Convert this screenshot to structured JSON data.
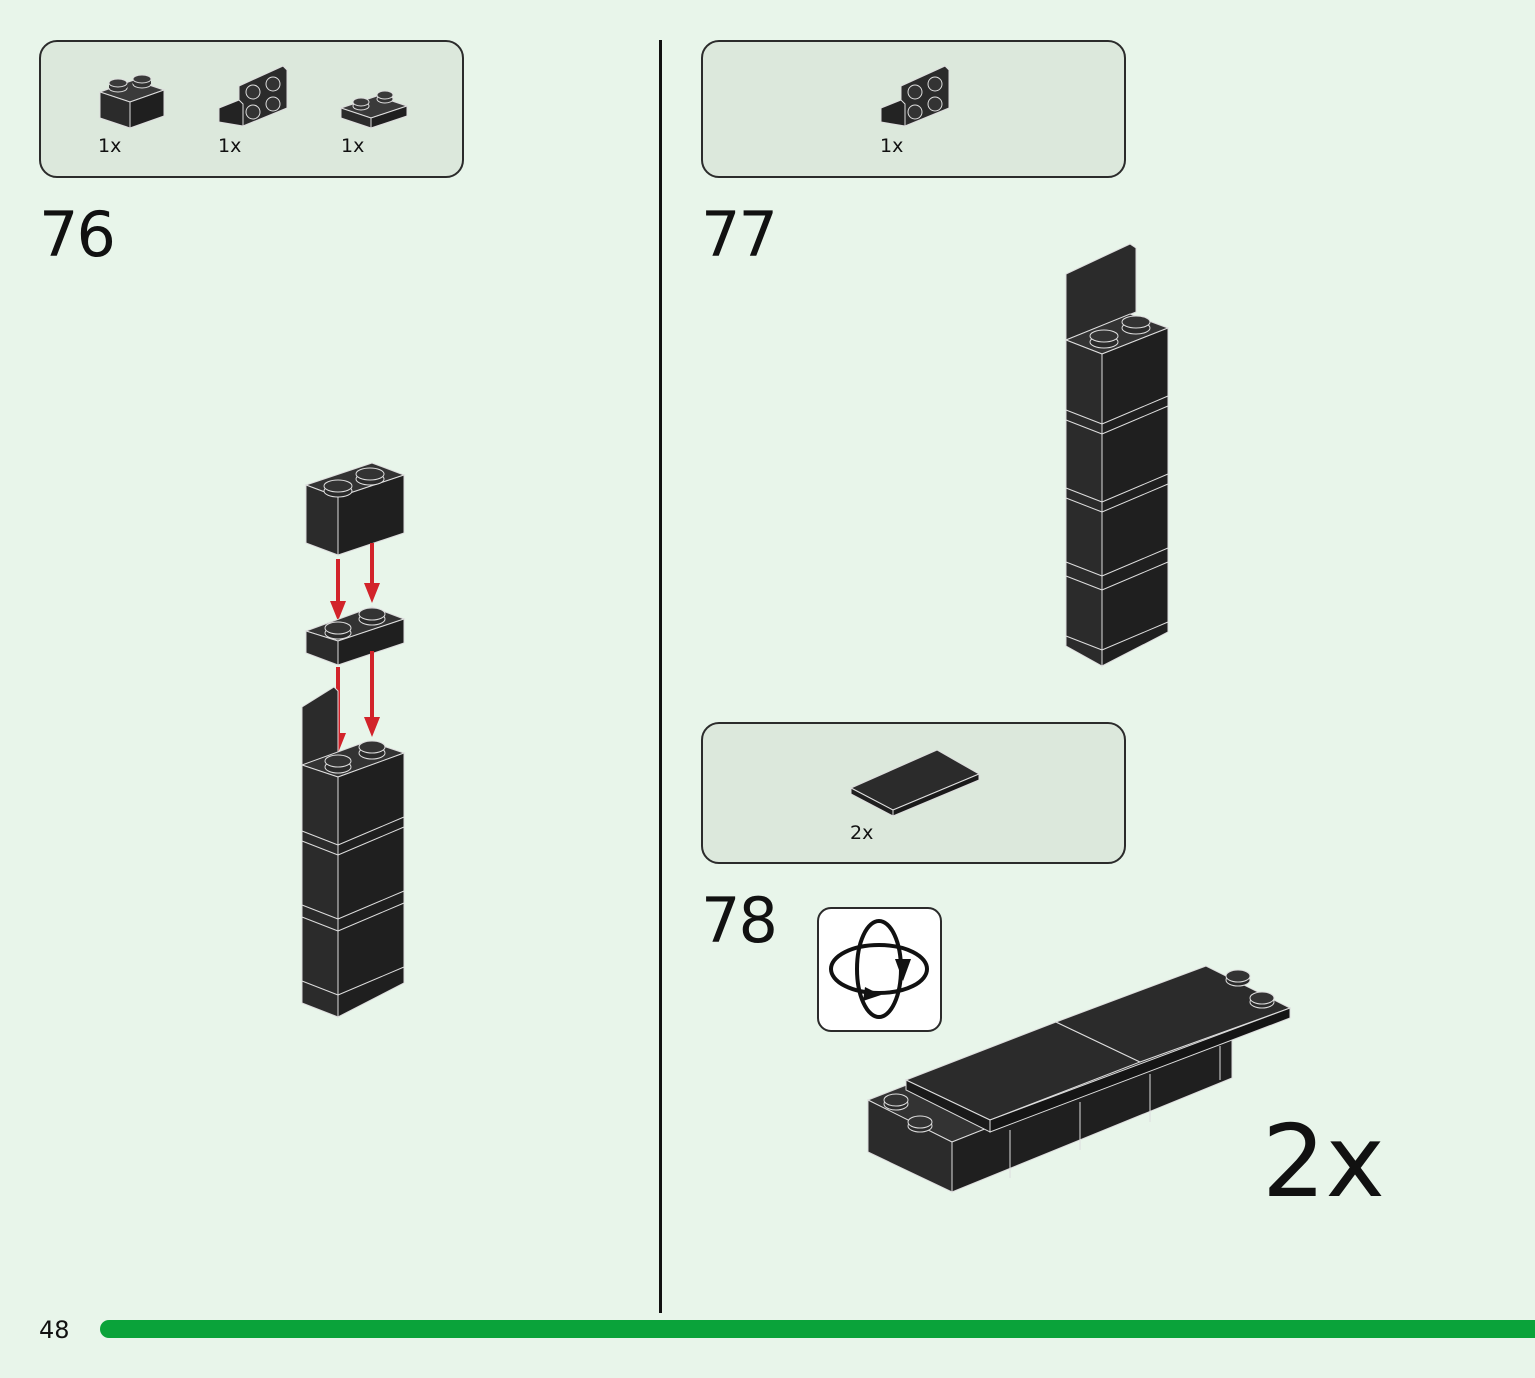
{
  "page": {
    "number": "48",
    "accent_color": "#0aa33a",
    "background_color": "#e8f5ea",
    "brick_color": "#2b2b2b",
    "arrow_color": "#d2232a"
  },
  "steps": [
    {
      "number": "76",
      "parts": [
        {
          "name": "brick 1x2",
          "qty": "1x"
        },
        {
          "name": "bracket 1x2 - 2x2",
          "qty": "1x"
        },
        {
          "name": "plate 1x2",
          "qty": "1x"
        }
      ]
    },
    {
      "number": "77",
      "parts": [
        {
          "name": "bracket 1x2 - 2x2",
          "qty": "1x"
        }
      ]
    },
    {
      "number": "78",
      "parts": [
        {
          "name": "tile 2x4",
          "qty": "2x"
        }
      ],
      "rotate_icon": "rotate-model-icon",
      "multiplier": "2x"
    }
  ]
}
